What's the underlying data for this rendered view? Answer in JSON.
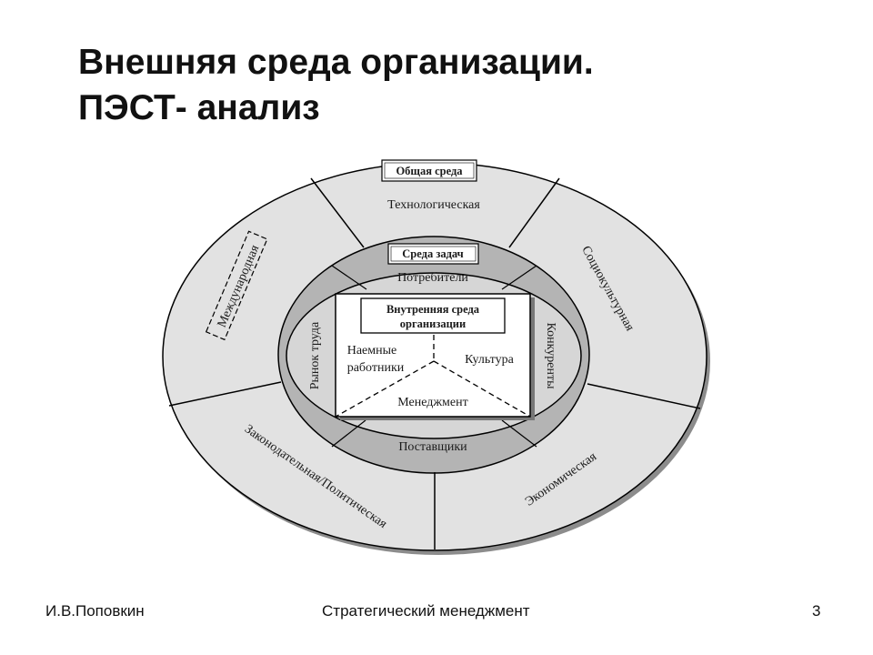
{
  "slide": {
    "title_line1": "Внешняя среда организации.",
    "title_line2": "ПЭСТ- анализ"
  },
  "diagram": {
    "general_env_label": "Общая среда",
    "task_env_label": "Среда задач",
    "internal_env_line1": "Внутренняя среда",
    "internal_env_line2": "организации",
    "outer_sectors": {
      "technological": "Технологическая",
      "sociocultural": "Социокультурная",
      "economic": "Экономическая",
      "legislative": "Законодательная/Политическая",
      "international": "Международная"
    },
    "task_sectors": {
      "consumers": "Потребители",
      "competitors": "Конкуренты",
      "suppliers": "Поставщики",
      "labor_market": "Рынок труда"
    },
    "internal_parts": {
      "employees_line1": "Наемные",
      "employees_line2": "работники",
      "culture": "Культура",
      "management": "Менеджмент"
    },
    "colors": {
      "outer_ring": "#e2e2e2",
      "middle_ring": "#b4b4b4",
      "inner_ring": "#d6d6d6",
      "box": "#ffffff",
      "stroke": "#000000",
      "shadow": "#8c8c8c"
    }
  },
  "footer": {
    "author": "И.В.Поповкин",
    "course": "Стратегический  менеджмент",
    "page": "3"
  }
}
